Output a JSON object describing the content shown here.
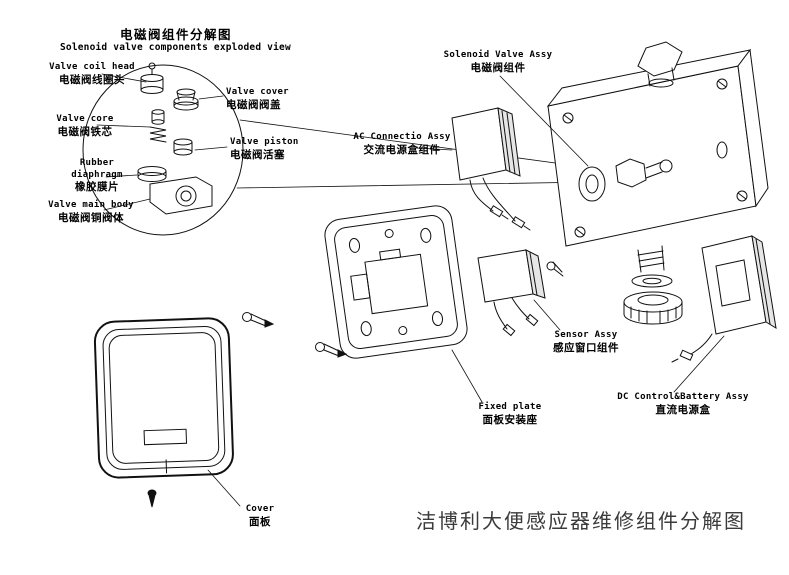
{
  "appearance": {
    "background": "#ffffff",
    "ink": "#111111",
    "caption_color": "#3b3b3b"
  },
  "inset": {
    "title_cn": "电磁阀组件分解图",
    "title_en": "Solenoid valve components exploded view",
    "parts": [
      {
        "en": "Valve coil head",
        "cn": "电磁阀线圈头"
      },
      {
        "en": "Valve cover",
        "cn": "电磁阀阀盖"
      },
      {
        "en": "Valve core",
        "cn": "电磁阀铁芯"
      },
      {
        "en": "Valve piston",
        "cn": "电磁阀活塞"
      },
      {
        "en": "Rubber diaphragm",
        "cn": "橡胶膜片"
      },
      {
        "en": "Valve main body",
        "cn": "电磁阀铜阀体"
      }
    ]
  },
  "labels": {
    "solenoid_valve_assy": {
      "en": "Solenoid Valve Assy",
      "cn": "电磁阀组件"
    },
    "ac_connection_assy": {
      "en": "AC Connectio Assy",
      "cn": "交流电源盒组件"
    },
    "sensor_assy": {
      "en": "Sensor Assy",
      "cn": "感应窗口组件"
    },
    "fixed_plate": {
      "en": "Fixed plate",
      "cn": "面板安装座"
    },
    "dc_control_battery_assy": {
      "en": "DC Control&Battery Assy",
      "cn": "直流电源盒"
    },
    "cover": {
      "en": "Cover",
      "cn": "面板"
    }
  },
  "caption": "洁博利大便感应器维修组件分解图"
}
